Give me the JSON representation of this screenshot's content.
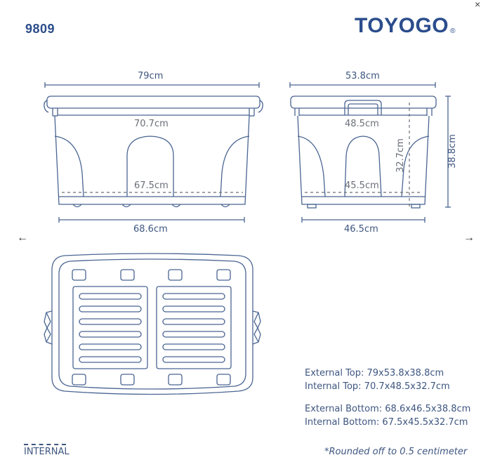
{
  "header": {
    "model_number": "9809",
    "brand": "TOYOGO",
    "brand_mark": "®",
    "close_icon": "×"
  },
  "navigation": {
    "prev_icon": "←",
    "next_icon": "→"
  },
  "front_view": {
    "external_top_width": "79cm",
    "internal_top_width": "70.7cm",
    "internal_bottom_width": "67.5cm",
    "external_bottom_width": "68.6cm"
  },
  "side_view": {
    "external_top_depth": "53.8cm",
    "internal_top_depth": "48.5cm",
    "internal_bottom_depth": "45.5cm",
    "external_bottom_depth": "46.5cm",
    "internal_height": "32.7cm",
    "external_height": "38.8cm"
  },
  "specs": {
    "external_top": "External Top: 79x53.8x38.8cm",
    "internal_top": "Internal Top: 70.7x48.5x32.7cm",
    "external_bottom": "External Bottom: 68.6x46.5x38.8cm",
    "internal_bottom": "Internal Bottom: 67.5x45.5x32.7cm"
  },
  "legend": {
    "internal_label": "INTERNAL"
  },
  "footnote": "*Rounded off to 0.5 centimeter",
  "colors": {
    "brand": "#2b4d8c",
    "line": "#4a6592",
    "text": "#3e5680",
    "internal_text": "#6a6f78"
  }
}
